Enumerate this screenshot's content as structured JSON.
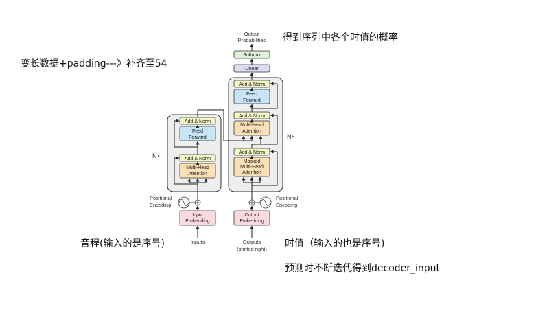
{
  "annotations": {
    "top_right": "得到序列中各个时值的概率",
    "left": "变长数据+padding---》补齐至54",
    "bottom_left": "音程(输入的是序号)",
    "bottom_right": "时值（输入的也是序号)",
    "bottom_right_2": "预测时不断迭代得到decoder_input"
  },
  "diagram": {
    "output_probabilities": [
      "Output",
      "Probabilities"
    ],
    "softmax": "Softmax",
    "linear": "Linear",
    "add_norm": "Add & Norm",
    "feed_forward": [
      "Feed",
      "Forward"
    ],
    "multi_head_attention": [
      "Multi-Head",
      "Attention"
    ],
    "masked_multi_head_attention": [
      "Masked",
      "Multi-Head",
      "Attention"
    ],
    "encoder_repeat": "N×",
    "decoder_repeat": "N×",
    "positional_encoding": [
      "Positional",
      "Encoding"
    ],
    "input_embedding": [
      "Input",
      "Embedding"
    ],
    "output_embedding": [
      "Output",
      "Embedding"
    ],
    "inputs": "Inputs",
    "outputs": [
      "Outputs",
      "(shifted right)"
    ]
  },
  "colors": {
    "add_norm": "#f3f6c5",
    "feed_forward": "#c7e5f7",
    "attention": "#fce0b5",
    "embedding": "#fadadd",
    "linear": "#dcdcf2",
    "stack_bg": "#eeeeee"
  }
}
